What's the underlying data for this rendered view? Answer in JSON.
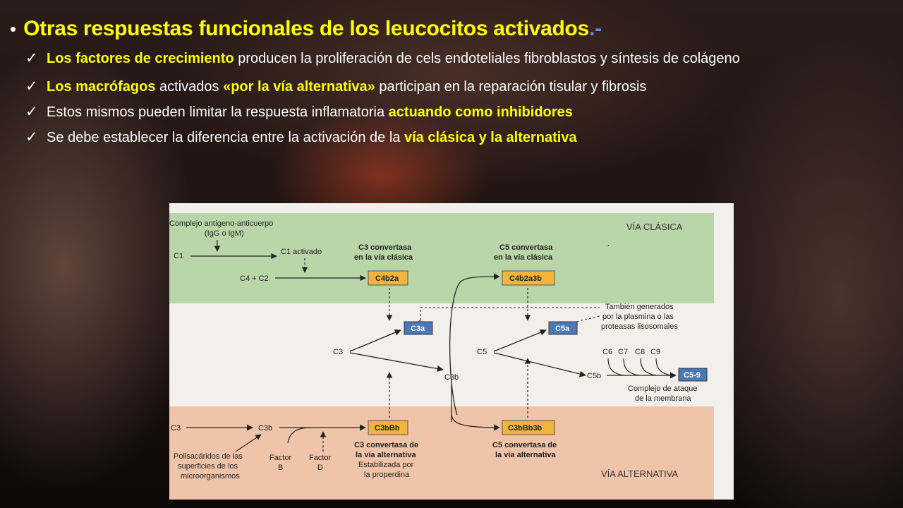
{
  "slide": {
    "title": "Otras respuestas funcionales de los leucocitos activados",
    "title_suffix": ".-",
    "items": [
      {
        "parts": [
          {
            "text": "Los factores de crecimiento",
            "hl": true
          },
          {
            "text": " producen la proliferación de cels endoteliales fibroblastos y síntesis de colágeno",
            "hl": false
          }
        ]
      },
      {
        "parts": [
          {
            "text": "Los macrófagos",
            "hl": true
          },
          {
            "text": " activados ",
            "hl": false
          },
          {
            "text": "«por la vía alternativa»",
            "hl": true
          },
          {
            "text": " participan en la reparación tisular y fibrosis",
            "hl": false
          }
        ]
      },
      {
        "parts": [
          {
            "text": "Estos mismos pueden limitar la respuesta inflamatoria ",
            "hl": false
          },
          {
            "text": "actuando como inhibidores",
            "hl": true
          }
        ]
      },
      {
        "parts": [
          {
            "text": "Se debe establecer la diferencia entre la activación de la ",
            "hl": false
          },
          {
            "text": "vía clásica y la alternativa",
            "hl": true
          }
        ]
      }
    ]
  },
  "diagram": {
    "colors": {
      "classical_band": "#b9d6a8",
      "alternative_band": "#f0c4a8",
      "convertase_box": "#f2b43a",
      "fragment_box": "#4a78b8"
    },
    "classical_label": "VÍA CLÁSICA",
    "alternative_label": "VÍA ALTERNATIVA",
    "complex_label_1": "Complejo antígeno-anticuerpo",
    "complex_label_2": "(IgG o IgM)",
    "c1": "C1",
    "c1_activated": "C1 activado",
    "c4c2": "C4 + C2",
    "c3_conv_classic_1": "C3 convertasa",
    "c3_conv_classic_2": "en la vía clásica",
    "c3_conv_classic_box": "C4b2a",
    "c5_conv_classic_1": "C5 convertasa",
    "c5_conv_classic_2": "en la vía clásica",
    "c5_conv_classic_box": "C4b2a3b",
    "also_generated_1": "También generados",
    "also_generated_2": "por la plasmina o las",
    "also_generated_3": "proteasas lisosomales",
    "c3a": "C3a",
    "c5a": "C5a",
    "c3": "C3",
    "c5": "C5",
    "c3b": "C3b",
    "c5b": "C5b",
    "c6": "C6",
    "c7": "C7",
    "c8": "C8",
    "c9": "C9",
    "c59": "C5-9",
    "mac_1": "Complejo de ataque",
    "mac_2": "de la membrana",
    "alt_c3": "C3",
    "alt_c3b": "C3b",
    "c3_conv_alt_box": "C3bBb",
    "c5_conv_alt_box": "C3bBb3b",
    "polysac_1": "Polisacáridos de las",
    "polysac_2": "superficies de los",
    "polysac_3": "microorganismos",
    "factor_b_1": "Factor",
    "factor_b_2": "B",
    "factor_d_1": "Factor",
    "factor_d_2": "D",
    "c3_conv_alt_1": "C3 convertasa de",
    "c3_conv_alt_2": "la vía alternativa",
    "c3_conv_alt_3": "Estabilizada por",
    "c3_conv_alt_4": "la properdina",
    "c5_conv_alt_1": "C5 convertasa de",
    "c5_conv_alt_2": "la vía alternativa"
  }
}
